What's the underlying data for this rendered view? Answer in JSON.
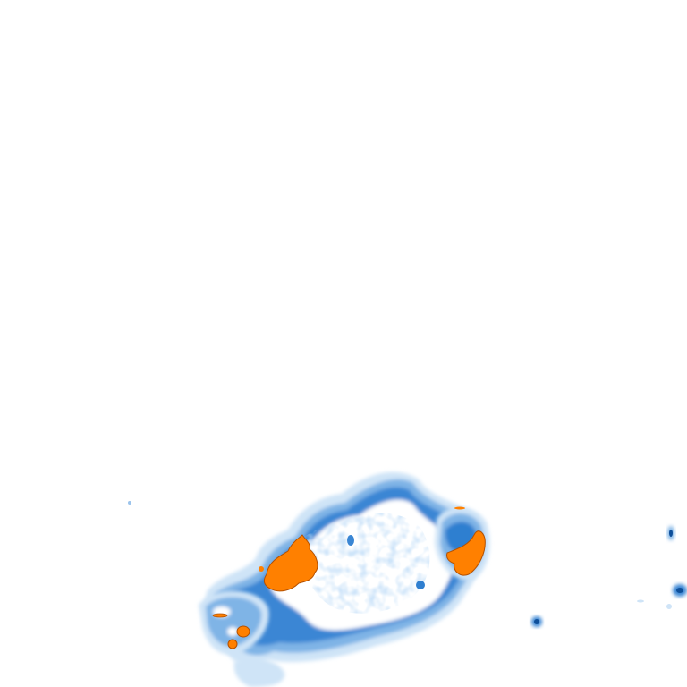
{
  "map": {
    "background_color": "#ffffff",
    "palette": {
      "light_blue": "#cfe4f7",
      "mid_blue": "#7fb4e6",
      "deep_blue": "#2f7fd0",
      "navy": "#0e4f9a",
      "orange": "#ff8000",
      "orange_outline": "#b45000"
    },
    "layers": [
      {
        "name": "precipitation-band",
        "color_key": "light_blue"
      },
      {
        "name": "precipitation-band",
        "color_key": "mid_blue"
      },
      {
        "name": "precipitation-band",
        "color_key": "deep_blue"
      },
      {
        "name": "intense-cell",
        "color_key": "orange"
      }
    ]
  }
}
